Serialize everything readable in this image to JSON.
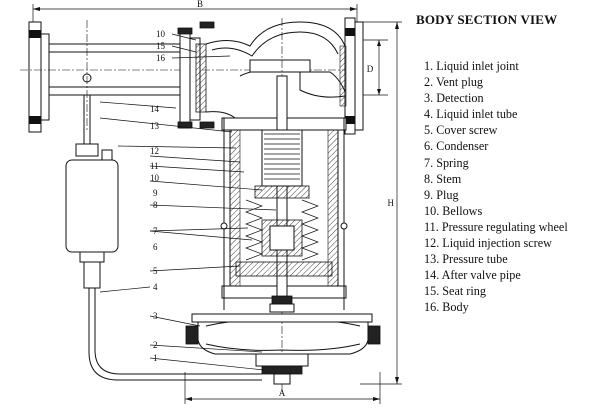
{
  "title": "BODY SECTION VIEW",
  "legend": [
    "1. Liquid inlet joint",
    "2. Vent plug",
    "3. Detection",
    "4. Liquid inlet tube",
    "5. Cover screw",
    "6. Condenser",
    "7. Spring",
    "8. Stem",
    "9. Plug",
    "10. Bellows",
    "11. Pressure regulating wheel",
    "12. Liquid injection screw",
    "13. Pressure tube",
    "14. After valve pipe",
    "15. Seat ring",
    "16. Body"
  ],
  "dimensions": {
    "top_width": "B",
    "bottom_width": "A",
    "overall_height": "H",
    "port_offset": "D"
  },
  "callouts": {
    "right_top": [
      "10",
      "15",
      "16"
    ],
    "left": [
      "14",
      "13",
      "12",
      "11",
      "10",
      "9",
      "8",
      "7",
      "6",
      "5",
      "4",
      "3",
      "2",
      "1"
    ]
  },
  "colors": {
    "line": "#111111",
    "background": "#ffffff"
  }
}
